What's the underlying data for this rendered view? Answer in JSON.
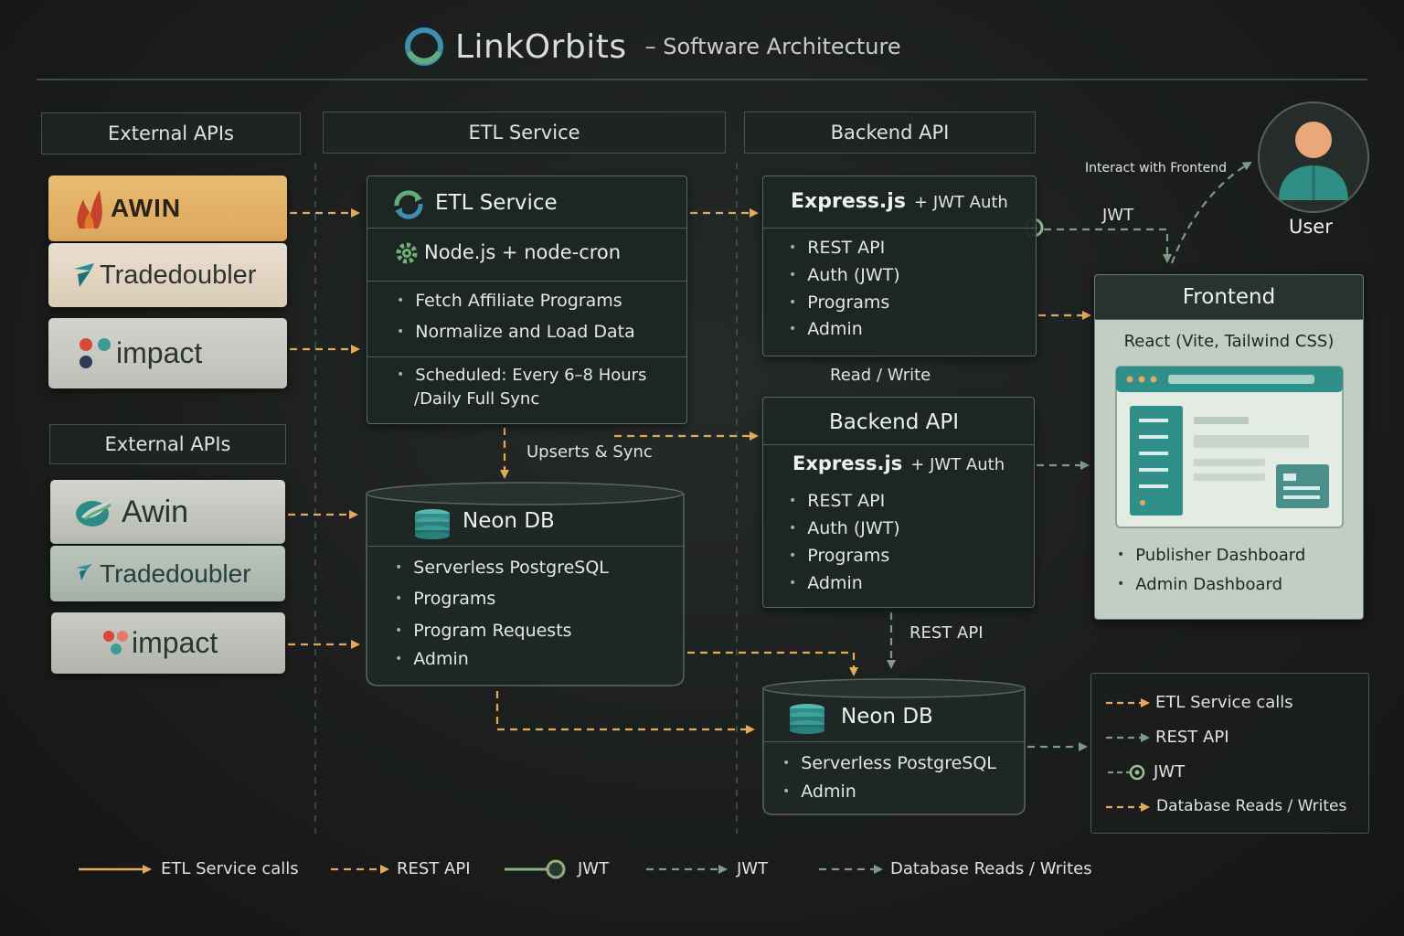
{
  "title": {
    "brand": "LinkOrbits",
    "subtitle": "– Software Architecture"
  },
  "columns": {
    "external_apis": "External APIs",
    "etl_service": "ETL Service",
    "backend_api": "Backend API",
    "external_apis_2": "External APIs"
  },
  "providers": {
    "awin_1": "AWIN",
    "tradedoubler_1": "Tradedoubler",
    "impact_1": "impact",
    "awin_2": "Awin",
    "tradedoubler_2": "Tradedoubler",
    "impact_2": "impact"
  },
  "etl_box": {
    "title": "ETL Service",
    "runtime": "Node.js + node-cron",
    "items": [
      "Fetch Affiliate Programs",
      "Normalize and Load Data"
    ],
    "schedule_line1": "Scheduled: Every 6–8 Hours",
    "schedule_line2": "/Daily Full Sync"
  },
  "neon_db_1": {
    "title": "Neon DB",
    "items": [
      "Serverless PostgreSQL",
      "Programs",
      "Program Requests",
      "Admin"
    ]
  },
  "backend_1": {
    "title_main": "Express.js",
    "title_sub": "+ JWT Auth",
    "items": [
      "REST API",
      "Auth (JWT)",
      "Programs",
      "Admin"
    ]
  },
  "backend_2": {
    "title": "Backend API",
    "title_main": "Express.js",
    "title_sub": "+ JWT Auth",
    "items": [
      "REST API",
      "Auth (JWT)",
      "Programs",
      "Admin"
    ]
  },
  "neon_db_2": {
    "title": "Neon DB",
    "items": [
      "Serverless PostgreSQL",
      "Admin"
    ]
  },
  "user": {
    "label": "User",
    "interact_label": "Interact with Frontend",
    "jwt_label": "JWT"
  },
  "frontend": {
    "title": "Frontend",
    "stack": "React (Vite, Tailwind CSS)",
    "items": [
      "Publisher Dashboard",
      "Admin Dashboard"
    ]
  },
  "flow_labels": {
    "upserts_sync": "Upserts & Sync",
    "read_write": "Read / Write",
    "rest_api": "REST API"
  },
  "legend_box": {
    "items": [
      "ETL Service calls",
      "REST API",
      "JWT",
      "Database Reads / Writes"
    ]
  },
  "legend_bottom": {
    "items": [
      "ETL Service  calls",
      "REST API",
      "JWT",
      "JWT",
      "Database Reads / Writes"
    ]
  },
  "colors": {
    "orange": "#e2aa5c",
    "green": "#7f9a86",
    "background": "#1b1e1d",
    "panel": "#1e2725",
    "accent_teal": "#2f8f83"
  }
}
